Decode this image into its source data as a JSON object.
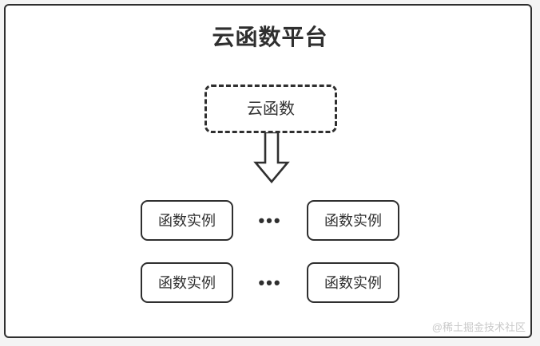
{
  "diagram": {
    "title": "云函数平台",
    "type": "architecture-diagram",
    "colors": {
      "stroke": "#2f2f2f",
      "fill": "#ffffff",
      "page_background": "#f4f4f4",
      "watermark": "#c9c9c9"
    },
    "platform": {
      "label": "云函数平台"
    },
    "function_node": {
      "label": "云函数",
      "border_style": "dashed"
    },
    "arrow": {
      "name": "down-block-arrow",
      "direction": "down",
      "style": "hollow-outline"
    },
    "instance_rows": [
      {
        "left_instance": "函数实例",
        "ellipsis": "•••",
        "right_instance": "函数实例"
      },
      {
        "left_instance": "函数实例",
        "ellipsis": "•••",
        "right_instance": "函数实例"
      }
    ],
    "watermark": "@稀土掘金技术社区"
  }
}
